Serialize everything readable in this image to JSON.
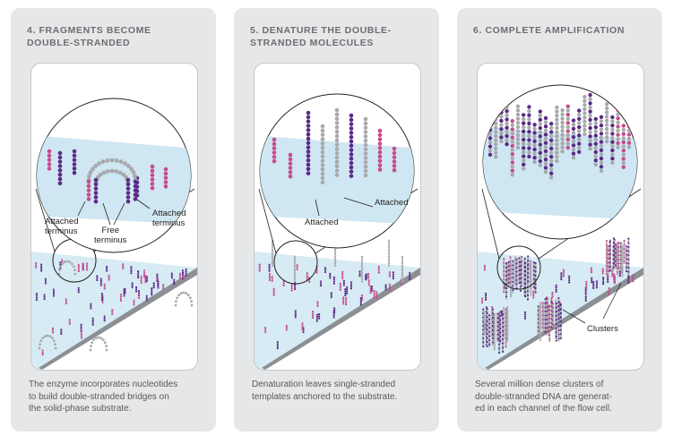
{
  "panels": [
    {
      "title": "4.   FRAGMENTS BECOME\nDOUBLE-STRANDED",
      "caption": "The enzyme incorporates nucleotides\nto build double-stranded bridges on\nthe solid-phase substrate.",
      "labels": {
        "attached_terminus_left": "Attached\nterminus",
        "free_terminus": "Free\nterminus",
        "attached_terminus_right": "Attached\nterminus"
      }
    },
    {
      "title": "5.   DENATURE THE DOUBLE-\nSTRANDED MOLECULES",
      "caption": "Denaturation leaves single-stranded\ntemplates anchored to the substrate.",
      "labels": {
        "attached_left": "Attached",
        "attached_right": "Attached"
      }
    },
    {
      "title": "6.   COMPLETE AMPLIFICATION",
      "caption": "Several million dense clusters of\ndouble-stranded DNA are generat-\ned in each channel of the flow cell.",
      "labels": {
        "clusters": "Clusters"
      }
    }
  ],
  "colors": {
    "purple": "#5b2a86",
    "pink": "#c84b8c",
    "gray": "#a7a9ac",
    "substrate": "#cfe7f2",
    "panel_bg": "#e6e7e8"
  }
}
